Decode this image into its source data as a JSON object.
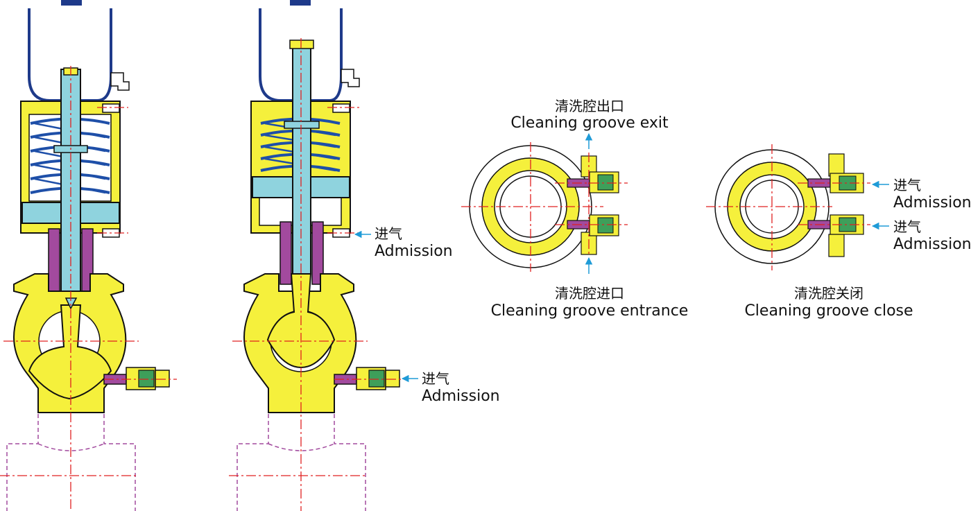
{
  "labels": {
    "admission_cn": "进气",
    "admission_en": "Admission",
    "exit_cn": "清洗腔出口",
    "exit_en": "Cleaning groove exit",
    "entrance_cn": "清洗腔进口",
    "entrance_en": "Cleaning groove entrance",
    "close_cn": "清洗腔关闭",
    "close_en": "Cleaning groove close"
  },
  "colors": {
    "body_yellow": "#F5F03C",
    "stem_cyan": "#8FD3DE",
    "spring_blue": "#1E4FA8",
    "cover_navy": "#1E3A8A",
    "seal_purple": "#A24A9E",
    "fitting_green": "#3E9F5A",
    "centerline_red": "#E02020",
    "arrow_blue": "#1F9BD7",
    "outline": "#111111"
  },
  "icons": [
    "arrow-left-icon",
    "arrow-up-icon",
    "arrow-down-icon"
  ]
}
